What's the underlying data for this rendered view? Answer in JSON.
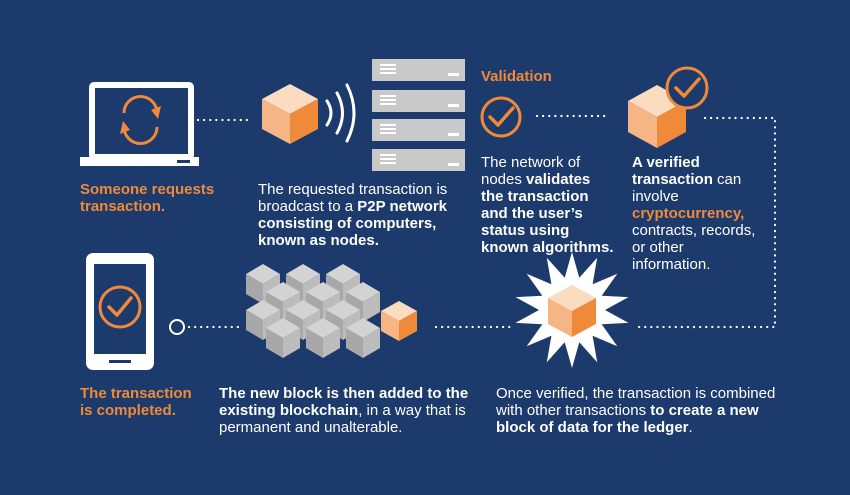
{
  "colors": {
    "background": "#1c3a6b",
    "accent": "#ef8a3b",
    "text": "#ffffff",
    "server": "#c9c9c9"
  },
  "icons": {
    "laptop": "laptop-sync-icon",
    "cube": "orange-cube-icon",
    "signal": "broadcast-waves-icon",
    "servers": "server-stack-icon",
    "validation": "check-circle-icon",
    "verified": "verified-cube-icon",
    "phone": "phone-check-icon",
    "blockchain": "blockchain-blocks-icon",
    "new_block": "new-block-burst-icon"
  },
  "steps": {
    "request": {
      "caption_line1": "Someone requests",
      "caption_line2": "transaction."
    },
    "broadcast": {
      "line1": "The requested transaction is",
      "line2_plain": "broadcast to a ",
      "line2_bold": "P2P network",
      "line3": "consisting of computers,",
      "line4": "known as nodes."
    },
    "validation": {
      "title": "Validation",
      "line1": "The network of",
      "line2_plain": "nodes ",
      "line2_bold": "validates",
      "line3": "the transaction",
      "line4": "and the user’s",
      "line5": "status using",
      "line6": "known algorithms."
    },
    "verified": {
      "line1": "A verified",
      "line2_bold": "transaction",
      "line2_plain": " can",
      "line3": "involve",
      "line4": "cryptocurrency,",
      "line5": "contracts, records,",
      "line6": "or other",
      "line7": "information."
    },
    "new_block": {
      "line1": "Once verified, the transaction is combined",
      "line2_plain": "with other transactions ",
      "line2_bold": "to create a new",
      "line3": "block of data for the ledger",
      "line3_end": "."
    },
    "added": {
      "line1": "The new block is then added to the",
      "line2_bold": "existing blockchain",
      "line2_plain": ", in a way that is",
      "line3": "permanent and unalterable."
    },
    "completed": {
      "line1": "The transaction",
      "line2": "is completed."
    }
  }
}
